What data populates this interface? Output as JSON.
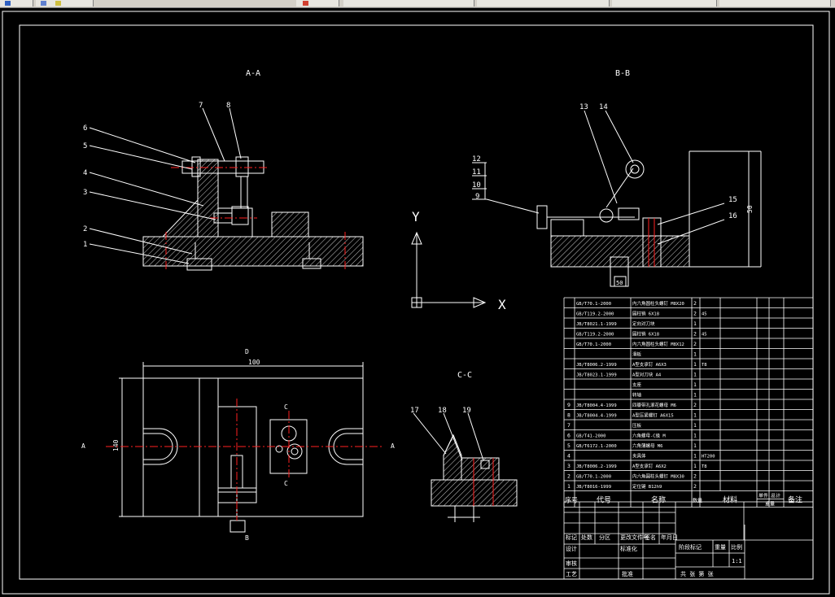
{
  "colors": {
    "background": "#000000",
    "line": "#ffffff",
    "center_line": "#ff2020",
    "hatch": "#ffffff",
    "toolbar": "#d4d0c8"
  },
  "views": {
    "aa": "A-A",
    "bb": "B-B",
    "cc": "C-C",
    "dim_100": "100",
    "dim_140": "140",
    "dim_b": "B",
    "sec_a": "A",
    "sec_c": "C",
    "sec_d": "D",
    "dim_side": "50"
  },
  "ucs": {
    "x": "X",
    "y": "Y"
  },
  "callouts": [
    "1",
    "2",
    "3",
    "4",
    "5",
    "6",
    "7",
    "8",
    "9",
    "10",
    "11",
    "12",
    "13",
    "14",
    "15",
    "16",
    "17",
    "18",
    "19"
  ],
  "bom": {
    "rows": [
      {
        "no": "",
        "code": "GB/T70.1-2000",
        "name": "内六角圆柱头螺钉 M8X20",
        "qty": "2",
        "mat": ""
      },
      {
        "no": "",
        "code": "GB/T119.2-2000",
        "name": "圆柱销 6X18",
        "qty": "2",
        "mat": "45"
      },
      {
        "no": "",
        "code": "JB/T8021.1-1999",
        "name": "定向对刀块",
        "qty": "1",
        "mat": ""
      },
      {
        "no": "",
        "code": "GB/T119.2-2000",
        "name": "圆柱销 6X18",
        "qty": "2",
        "mat": "45"
      },
      {
        "no": "",
        "code": "GB/T70.1-2000",
        "name": "内六角圆柱头螺钉 M8X12",
        "qty": "2",
        "mat": ""
      },
      {
        "no": "",
        "code": "",
        "name": "滑板",
        "qty": "1",
        "mat": ""
      },
      {
        "no": "",
        "code": "JB/T8006.2-1999",
        "name": "A型支承钉 A6X3",
        "qty": "1",
        "mat": "T8"
      },
      {
        "no": "",
        "code": "JB/T8023.1-1999",
        "name": "A型对刀块 A4",
        "qty": "1",
        "mat": ""
      },
      {
        "no": "",
        "code": "",
        "name": "支座",
        "qty": "1",
        "mat": ""
      },
      {
        "no": "",
        "code": "",
        "name": "转轴",
        "qty": "1",
        "mat": ""
      },
      {
        "no": "9",
        "code": "JB/T8004.4-1999",
        "name": "四瓣带孔滚花螺母 M6",
        "qty": "2",
        "mat": ""
      },
      {
        "no": "8",
        "code": "JB/T8004.4-1999",
        "name": "A型压紧螺钉 A6X15",
        "qty": "1",
        "mat": ""
      },
      {
        "no": "7",
        "code": "",
        "name": "压板",
        "qty": "1",
        "mat": ""
      },
      {
        "no": "6",
        "code": "GB/T41-2000",
        "name": "六角螺母-C级 M",
        "qty": "1",
        "mat": ""
      },
      {
        "no": "5",
        "code": "GB/T6172.1-2000",
        "name": "六角薄螺母 M6",
        "qty": "1",
        "mat": ""
      },
      {
        "no": "4",
        "code": "",
        "name": "夹具体",
        "qty": "1",
        "mat": "HT200"
      },
      {
        "no": "3",
        "code": "JB/T8006.2-1999",
        "name": "A型支承钉 A6X2",
        "qty": "1",
        "mat": "T8"
      },
      {
        "no": "2",
        "code": "GB/T70.1-2000",
        "name": "内六角圆柱头螺钉 M8X30",
        "qty": "2",
        "mat": ""
      },
      {
        "no": "1",
        "code": "JB/T8016-1999",
        "name": "定位键 B12h9",
        "qty": "2",
        "mat": ""
      }
    ],
    "header": {
      "no": "序号",
      "code": "代号",
      "name": "名称",
      "qty": "数量",
      "mat": "材料",
      "single": "单件",
      "total": "总计",
      "weight": "重量",
      "remark": "备注"
    }
  },
  "title_block": {
    "mark": "标记",
    "count": "处数",
    "zone": "分区",
    "doc": "更改文件号",
    "sign": "签名",
    "date": "年月日",
    "design": "设计",
    "std": "标准化",
    "stage": "阶段标记",
    "weight": "重量",
    "scale": "比例",
    "scale_value": "1:1",
    "review": "审核",
    "process": "工艺",
    "approve": "批准",
    "sheets": "共 张 第 张"
  }
}
